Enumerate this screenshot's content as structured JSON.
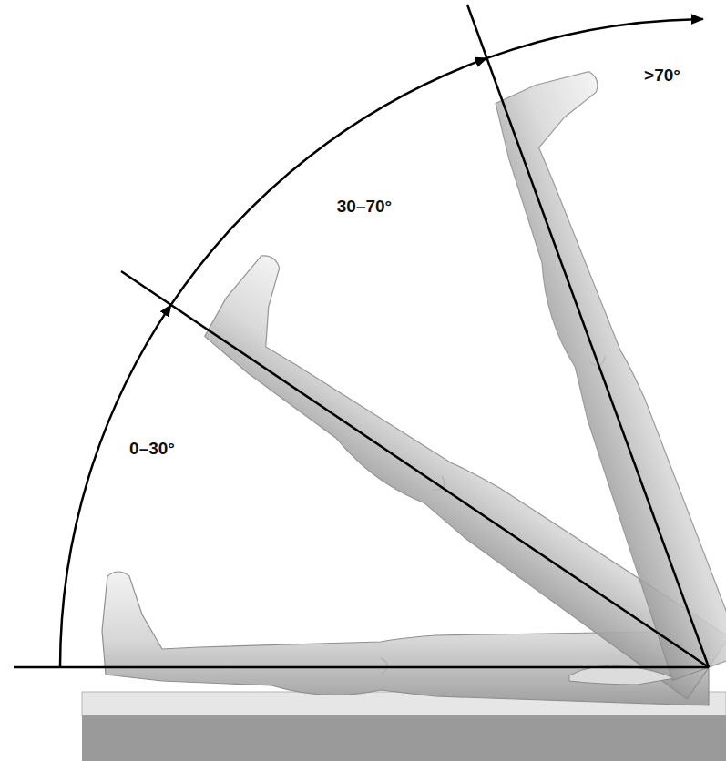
{
  "diagram": {
    "labels": [
      "0–30°",
      "30–70°",
      ">70°"
    ]
  }
}
